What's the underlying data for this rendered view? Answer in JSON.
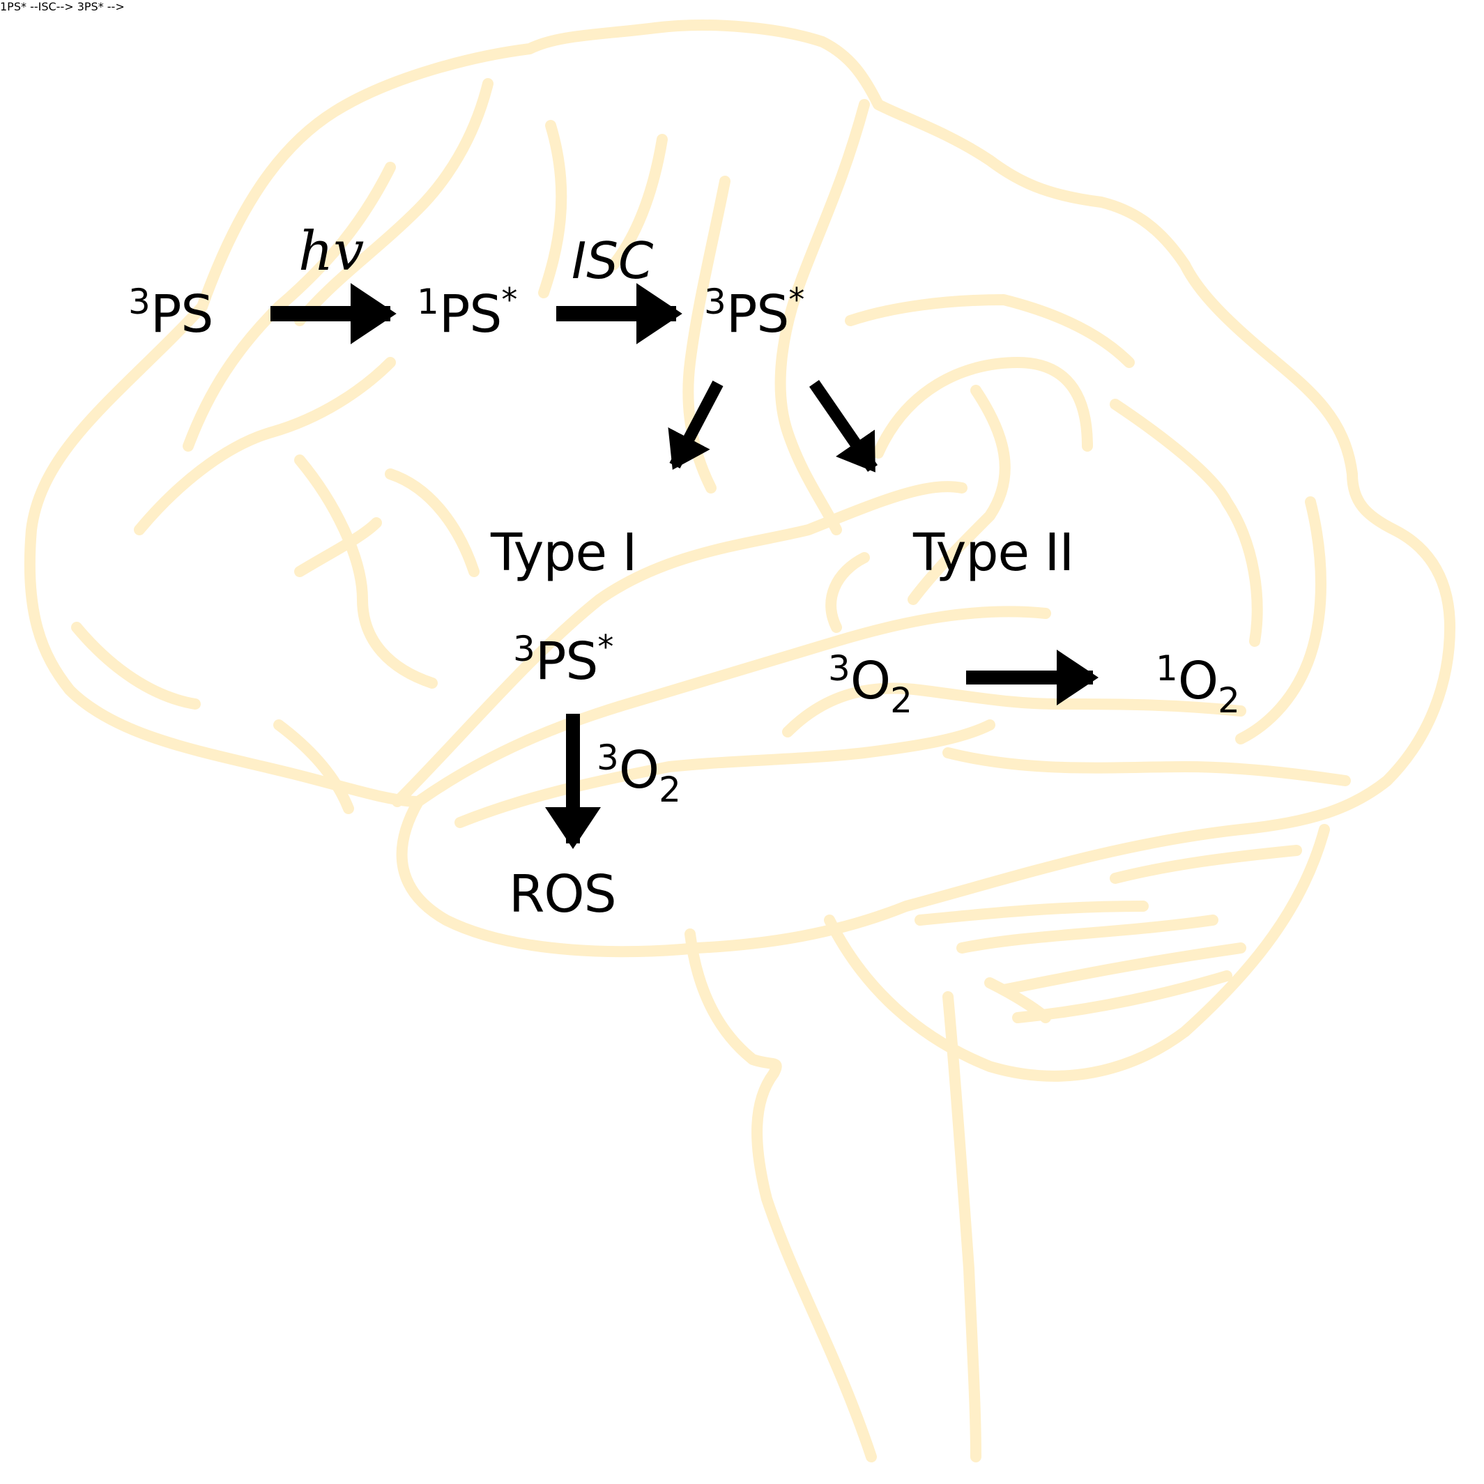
{
  "diagram": {
    "title": "Photodynamic reaction mechanism over brain outline",
    "colors": {
      "brain_outline": "#FFEFC8",
      "text": "#000000",
      "arrow": "#000000",
      "background": "#FFFFFF"
    },
    "nodes": {
      "ground_state": {
        "sup": "3",
        "main": "PS",
        "star": ""
      },
      "singlet_excited": {
        "sup": "1",
        "main": "PS",
        "star": "*"
      },
      "triplet_excited": {
        "sup": "3",
        "main": "PS",
        "star": "*"
      },
      "type1": {
        "label": "Type I"
      },
      "type2": {
        "label": "Type II"
      },
      "type1_triplet": {
        "sup": "3",
        "main": "PS",
        "star": "*"
      },
      "type1_oxygen": {
        "sup": "3",
        "main": "O",
        "sub": "2"
      },
      "ros": {
        "label": "ROS"
      },
      "type2_oxygen_triplet": {
        "sup": "3",
        "main": "O",
        "sub": "2"
      },
      "type2_oxygen_singlet": {
        "sup": "1",
        "main": "O",
        "sub": "2"
      }
    },
    "edge_labels": {
      "absorption": "hv",
      "intersystem_crossing": "ISC"
    },
    "edges": [
      {
        "from": "ground_state",
        "to": "singlet_excited",
        "label": "hv"
      },
      {
        "from": "singlet_excited",
        "to": "triplet_excited",
        "label": "ISC"
      },
      {
        "from": "triplet_excited",
        "to": "type1",
        "label": ""
      },
      {
        "from": "triplet_excited",
        "to": "type2",
        "label": ""
      },
      {
        "from": "type1_triplet",
        "to": "ros",
        "label": "3O2"
      },
      {
        "from": "type2_oxygen_triplet",
        "to": "type2_oxygen_singlet",
        "label": ""
      }
    ]
  }
}
